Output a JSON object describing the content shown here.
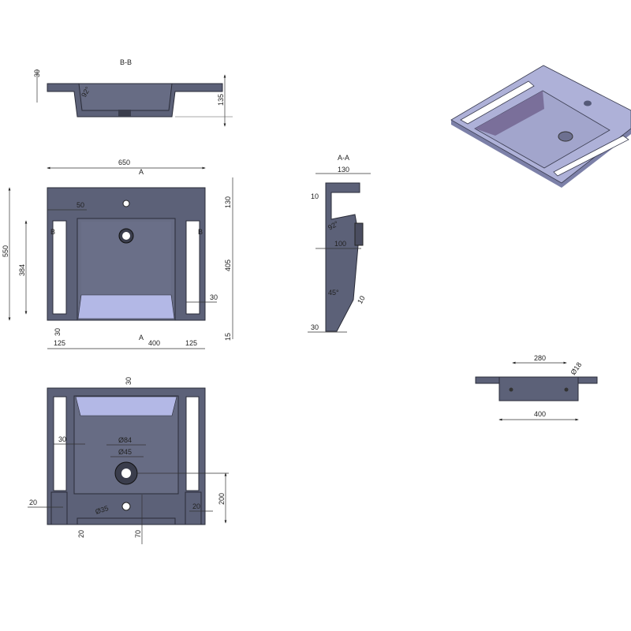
{
  "section_bb": {
    "title": "B-B",
    "dim_thickness": "30",
    "dim_depth": "135",
    "dim_angle": "92°"
  },
  "plan_view": {
    "dim_width": "650",
    "dim_depth": "550",
    "dim_slot_length": "384",
    "dim_back": "130",
    "dim_basin": "405",
    "dim_front": "15",
    "dim_left": "125",
    "dim_basin_width": "400",
    "dim_right": "125",
    "dim_slot_offset": "50",
    "dim_slot_width": "30",
    "dim_slot_front": "30",
    "section_a": "A",
    "section_b": "B"
  },
  "section_aa": {
    "title": "A-A",
    "dim_top": "130",
    "dim_wall": "10",
    "dim_depth": "100",
    "dim_angle": "45°",
    "dim_angle_top": "92°",
    "dim_thickness": "10",
    "dim_bottom": "30"
  },
  "bottom_view": {
    "dim_top": "30",
    "dim_side": "30",
    "dim_d84": "Ø84",
    "dim_d45": "Ø45",
    "dim_left20": "20",
    "dim_d35": "Ø35",
    "dim_right20": "20",
    "dim_200": "200",
    "dim_bottom20": "20",
    "dim_70": "70"
  },
  "front_view": {
    "dim_280": "280",
    "dim_d18": "Ø18",
    "dim_400": "400"
  },
  "colors": {
    "body": "#5c6178",
    "highlight": "#b3b8e6",
    "iso": "#aeb1d8"
  }
}
